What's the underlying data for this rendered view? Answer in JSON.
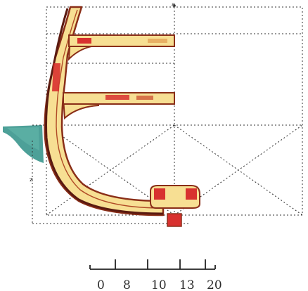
{
  "drawing": {
    "top_mark": "a",
    "side_mark": "z",
    "scale_labels": [
      "0",
      "8",
      "10",
      "13",
      "20"
    ]
  },
  "colors": {
    "paper": "#ffffff",
    "hull_fill": "#f7df93",
    "hull_edge": "#8a2e18",
    "timber_red": "#d8312f",
    "water_teal": "#2e8f86",
    "grid_dots": "#333333"
  }
}
